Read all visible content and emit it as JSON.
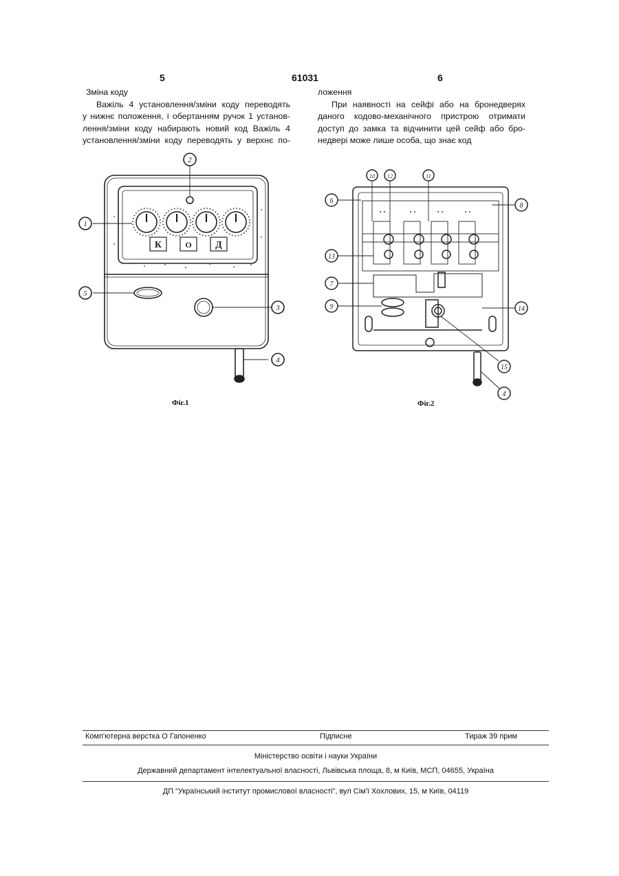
{
  "header": {
    "page_left": "5",
    "patent_number": "61031",
    "page_right": "6"
  },
  "left_column": {
    "heading": "Зміна коду",
    "p1_lines": [
      "Важіль 4 установлення/зміни коду переводять",
      "у нижнє положення, і обертанням ручок 1 установ-",
      "лення/зміни коду набирають новий код  Важіль 4",
      "установлення/зміни коду переводять у верхнє по-"
    ]
  },
  "right_column": {
    "cont": "ложення",
    "p2_lines": [
      "При наявності на сейфі або на бронедверях",
      "даного кодово-механічного пристрою отримати",
      "доступ до замка та відчинити цей сейф або бро-",
      "недвері може лише особа, що знає код"
    ]
  },
  "figure1": {
    "caption": "Фіг.1",
    "labels": [
      "1",
      "2",
      "3",
      "4",
      "5"
    ],
    "panel_letters": [
      "К",
      "О",
      "Д"
    ]
  },
  "figure2": {
    "caption": "Фіг.2",
    "labels": [
      "6",
      "8",
      "10",
      "12",
      "11",
      "13",
      "7",
      "9",
      "14",
      "15",
      "4"
    ]
  },
  "footer": {
    "layout": "Комп'ютерна верстка О  Гапоненко",
    "signed": "Підписне",
    "circulation": "Тираж 39 прим",
    "ministry": "Міністерство освіти і науки України",
    "department": "Державний департамент інтелектуальної власності, Львівська площа, 8, м  Київ, МСП, 04655, Україна",
    "institute": "ДП “Український інститут промислової власності”, вул  Сім'ї Хохлових, 15, м  Київ, 04119"
  }
}
